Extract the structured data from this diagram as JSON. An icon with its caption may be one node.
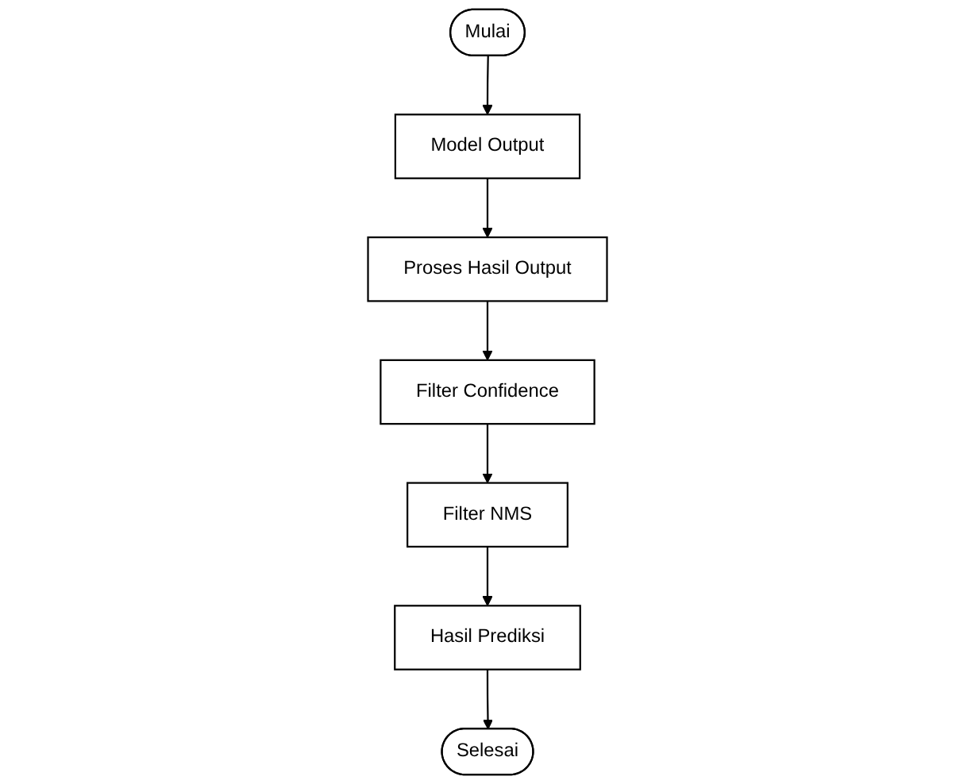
{
  "diagram": {
    "nodes": [
      {
        "text": [
          "Mulai"
        ]
      },
      {
        "text": [
          "Model Output"
        ]
      },
      {
        "text": [
          "Proses Hasil Output"
        ]
      },
      {
        "text": [
          "Filter Confidence"
        ]
      },
      {
        "text": [
          "Filter NMS"
        ]
      },
      {
        "text": [
          "Hasil Prediksi"
        ]
      },
      {
        "text": [
          "Selesai"
        ]
      }
    ],
    "edges": [
      {
        "from": 0,
        "to": 1,
        "arrow": "to"
      },
      {
        "from": 1,
        "to": 2,
        "arrow": "to"
      },
      {
        "from": 2,
        "to": 3,
        "arrow": "to"
      },
      {
        "from": 3,
        "to": 4,
        "arrow": "to"
      },
      {
        "from": 4,
        "to": 5,
        "arrow": "to"
      },
      {
        "from": 5,
        "to": 6,
        "arrow": "to"
      }
    ]
  }
}
